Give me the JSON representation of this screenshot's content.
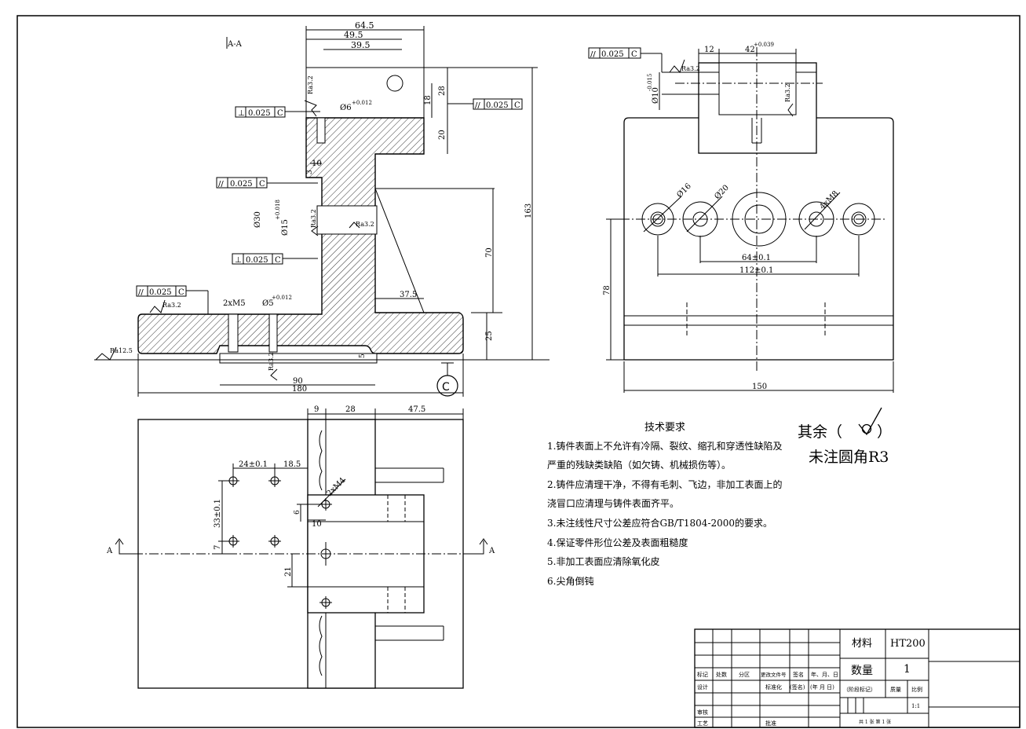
{
  "drawing": {
    "section_label": "A-A",
    "view_marker": "A",
    "datum": "C",
    "tolerances": {
      "par_0025": "0.025",
      "perp_0025": "0.025",
      "datum_c": "C"
    },
    "roughness": {
      "ra32": "Ra3.2",
      "ra125": "Ra12.5"
    },
    "section_dims": {
      "d64_5": "64.5",
      "d49_5": "49.5",
      "d39_5": "39.5",
      "d28": "28",
      "d18": "18",
      "d20": "20",
      "d10": "10",
      "d3": "3",
      "d30": "Ø30",
      "d15": "Ø15",
      "d15_tol": "+0.018",
      "d6": "Ø6",
      "d6_tol": "+0.012",
      "d5": "Ø5",
      "d5_tol": "+0.012",
      "d2xm5": "2xM5",
      "d70": "70",
      "d163": "163",
      "d37_5": "37.5",
      "d25": "25",
      "d5b": "5",
      "d90": "90",
      "d180": "180"
    },
    "front_dims": {
      "d12": "12",
      "d42": "42",
      "d42_tol": "+0.039",
      "d10": "Ø10",
      "d10_tol": "-0.015",
      "d16": "Ø16",
      "d20": "Ø20",
      "d4xm8": "4xM8",
      "d64": "64±0.1",
      "d112": "112±0.1",
      "d78": "78",
      "d150": "150"
    },
    "plan_dims": {
      "d9": "9",
      "d28": "28",
      "d47_5": "47.5",
      "d24": "24±0.1",
      "d18_5": "18.5",
      "d33": "33±0.1",
      "d7": "7",
      "d6": "6",
      "d10": "10",
      "d21": "21",
      "d2xm4": "2xM4"
    }
  },
  "tech_notes": {
    "title": "技术要求",
    "items": [
      "1.铸件表面上不允许有冷隔、裂纹、缩孔和穿透性缺陷及",
      "严重的残缺类缺陷（如欠铸、机械损伤等）。",
      "2.铸件应清理干净，不得有毛刺、飞边，非加工表面上的",
      "浇冒口应清理与铸件表面齐平。",
      "3.未注线性尺寸公差应符合GB/T1804-2000的要求。",
      "4.保证零件形位公差及表面粗糙度",
      "5.非加工表面应清除氧化皮",
      "6.尖角倒钝"
    ]
  },
  "rest_note": {
    "line1_prefix": "其余（",
    "line1_suffix": "）",
    "line2": "未注圆角R3"
  },
  "title_block": {
    "material_label": "材料",
    "material": "HT200",
    "qty_label": "数量",
    "qty": "1",
    "stage_label": "（阶段标记）",
    "mass_label": "质量",
    "scale_label": "比例",
    "scale": "1:1",
    "sheets": "共 1 张 第 1 张",
    "headers": [
      "标记",
      "处数",
      "分区",
      "更改文件号",
      "签名",
      "年、月、日"
    ],
    "design": "设计",
    "standardize": "标准化",
    "sign": "(签名)",
    "date": "(年 月 日)",
    "review": "审核",
    "process": "工艺",
    "approve": "批准"
  }
}
